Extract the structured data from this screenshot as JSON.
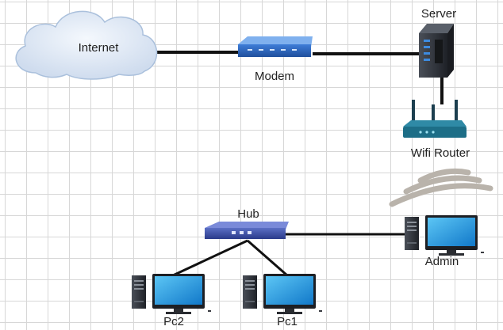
{
  "nodes": {
    "internet": {
      "label": "Internet",
      "icon": "cloud-icon"
    },
    "modem": {
      "label": "Modem",
      "icon": "modem-icon"
    },
    "server": {
      "label": "Server",
      "icon": "server-tower-icon"
    },
    "wifi_router": {
      "label": "Wifi Router",
      "icon": "wifi-router-icon"
    },
    "hub": {
      "label": "Hub",
      "icon": "network-hub-icon"
    },
    "admin": {
      "label": "Admin",
      "icon": "desktop-computer-icon"
    },
    "pc1": {
      "label": "Pc1",
      "icon": "desktop-computer-icon"
    },
    "pc2": {
      "label": "Pc2",
      "icon": "desktop-computer-icon"
    }
  },
  "connections": [
    {
      "from": "Internet",
      "to": "Modem",
      "type": "wired"
    },
    {
      "from": "Modem",
      "to": "Server",
      "type": "wired"
    },
    {
      "from": "Server",
      "to": "Wifi Router",
      "type": "wired"
    },
    {
      "from": "Wifi Router",
      "to": "Admin",
      "type": "wireless"
    },
    {
      "from": "Hub",
      "to": "Admin",
      "type": "wired"
    },
    {
      "from": "Hub",
      "to": "Pc2",
      "type": "wired"
    },
    {
      "from": "Hub",
      "to": "Pc1",
      "type": "wired"
    }
  ],
  "colors": {
    "cable": "#111111",
    "cloud_fill": "#e1ebf7",
    "device_blue": "#2f5fb3",
    "monitor_screen": "#1f9ee6",
    "tower_dark": "#2b2f36",
    "router_teal": "#1d6e87",
    "wifi_waves": "#b9b3ab"
  }
}
